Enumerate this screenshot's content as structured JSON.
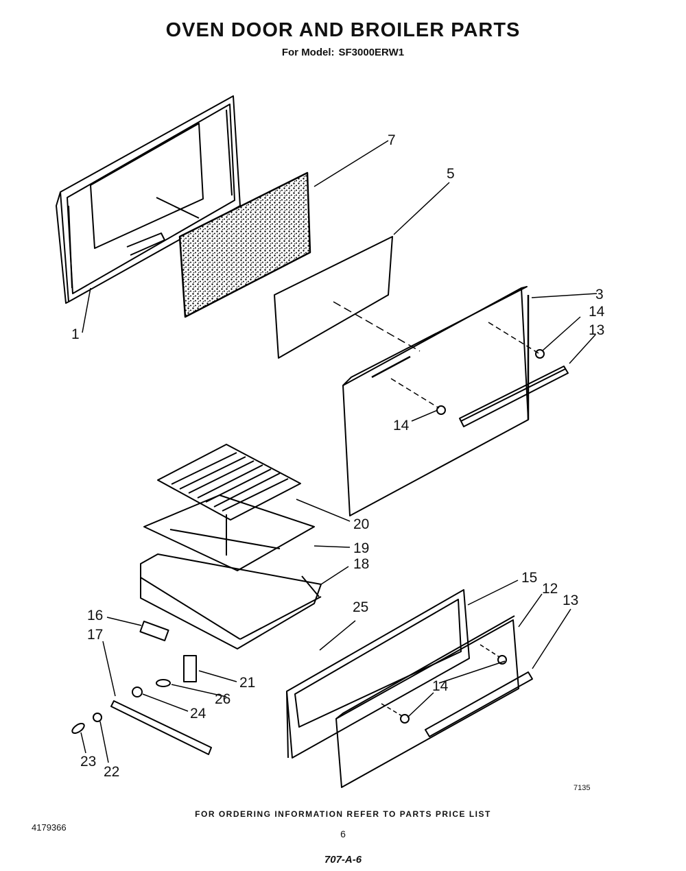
{
  "header": {
    "title": "OVEN DOOR AND BROILER PARTS",
    "model_prefix": "For Model:",
    "model": "SF3000ERW1"
  },
  "callouts": [
    "1",
    "7",
    "5",
    "3",
    "14",
    "13",
    "14",
    "20",
    "19",
    "18",
    "16",
    "17",
    "25",
    "15",
    "12",
    "13",
    "21",
    "26",
    "24",
    "14",
    "23",
    "22"
  ],
  "footer": {
    "ordering_note": "FOR ORDERING INFORMATION REFER TO PARTS PRICE LIST",
    "doc_number": "4179366",
    "figure_code": "7135",
    "page_number": "6",
    "handwritten_note": "707-A-6"
  }
}
